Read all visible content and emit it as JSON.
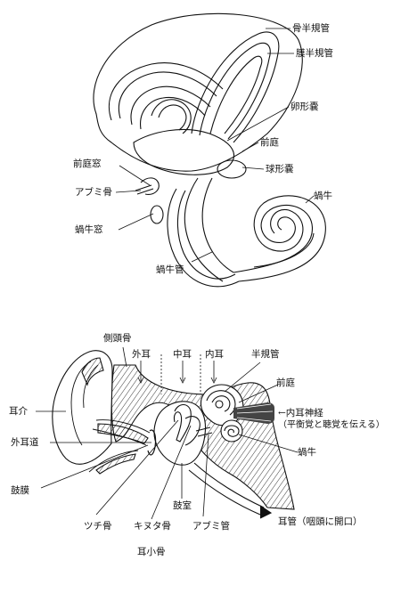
{
  "inner_ear": {
    "bony_labyrinth": "骨半規管",
    "membranous_labyrinth": "膜半規管",
    "utricle": "卵形嚢",
    "vestibule": "前庭",
    "saccule": "球形嚢",
    "oval_window": "前庭窓",
    "stapes": "アブミ骨",
    "round_window": "蝸牛窓",
    "cochlea": "蝸牛",
    "cochlear_duct": "蝸牛管"
  },
  "ear_section": {
    "temporal_bone": "側頭骨",
    "outer_ear": "外耳",
    "middle_ear": "中耳",
    "inner_ear": "内耳",
    "semicircular_canals": "半規管",
    "vestibule": "前庭",
    "auricle": "耳介",
    "vestibulocochlear_nerve": "←内耳神経",
    "nerve_note": "（平衡覚と聴覚を伝える）",
    "ear_canal": "外耳道",
    "cochlea": "蝸牛",
    "eardrum": "鼓膜",
    "tympanic_cavity": "鼓室",
    "eustachian_tube": "耳管（咽頭に開口）",
    "malleus": "ツチ骨",
    "incus": "キヌタ骨",
    "stapes": "アブミ管",
    "ossicles": "耳小骨"
  }
}
